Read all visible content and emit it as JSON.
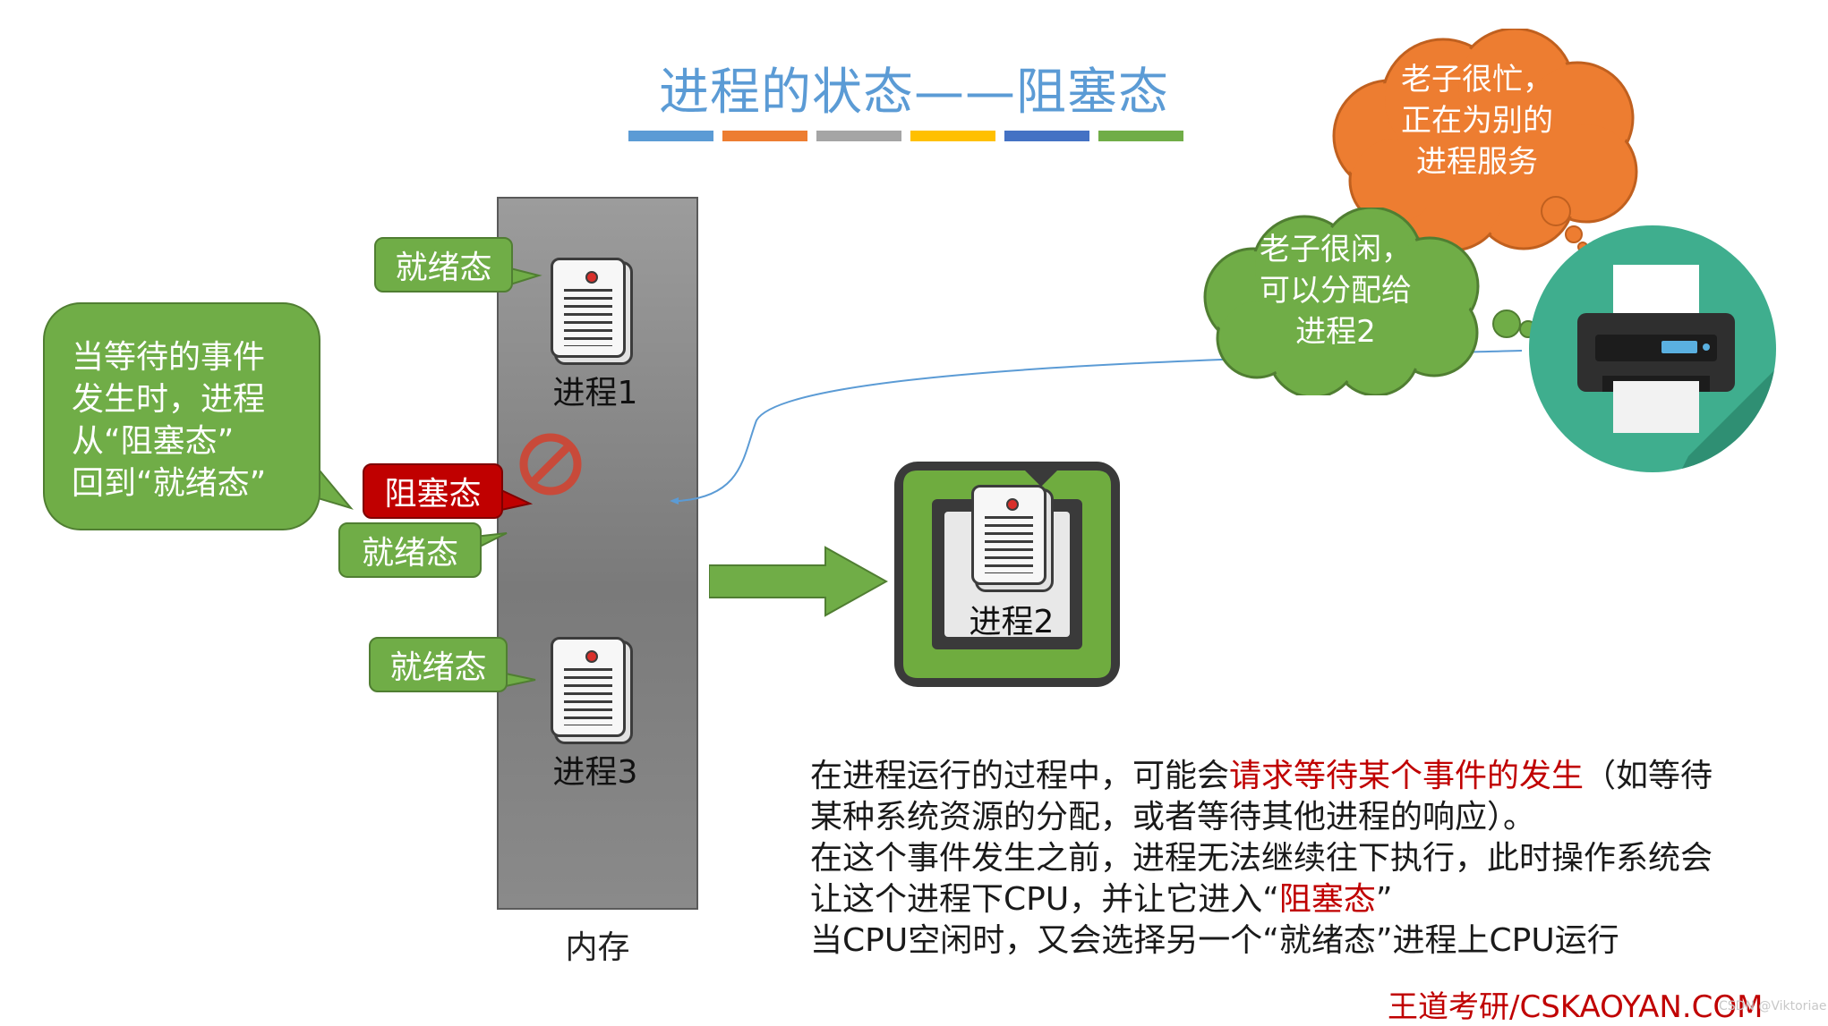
{
  "title": "进程的状态——阻塞态",
  "title_bar_colors": [
    "#5b9bd5",
    "#ed7d31",
    "#a5a5a5",
    "#ffc000",
    "#4472c4",
    "#70ad47"
  ],
  "memory": {
    "label": "内存"
  },
  "processes": [
    {
      "label": "进程1",
      "state": "就绪态"
    },
    {
      "state_blocked": "阻塞态",
      "state_ready": "就绪态"
    },
    {
      "label": "进程3",
      "state": "就绪态"
    }
  ],
  "cpu_process_label": "进程2",
  "left_bubble": {
    "lines": [
      "当等待的事件",
      "发生时，进程",
      "从“阻塞态”",
      "回到“就绪态”"
    ]
  },
  "cloud_busy": {
    "lines": [
      "老子很忙，",
      "正在为别的",
      "进程服务"
    ],
    "color": "#ed7d31"
  },
  "cloud_free": {
    "lines": [
      "老子很闲，",
      "可以分配给",
      "进程2"
    ],
    "color": "#70ad47"
  },
  "description": {
    "row1_a": "在进程运行的过程中，可能会",
    "row1_hl": "请求等待某个事件的发生",
    "row1_b": "（如等待",
    "row2": "某种系统资源的分配，或者等待其他进程的响应）。",
    "row3": "在这个事件发生之前，进程无法继续往下执行，此时操作系统会",
    "row4_a": "让这个进程下CPU，并让它进入“",
    "row4_hl": "阻塞态",
    "row4_b": "”",
    "row5": "当CPU空闲时，又会选择另一个“就绪态”进程上CPU运行"
  },
  "brand": "王道考研/CSKAOYAN.COM",
  "watermark": "CSDN @Viktoriae",
  "icons": [
    "document-icon",
    "prohibited-icon",
    "cpu-chip-icon",
    "printer-icon",
    "right-arrow-icon"
  ],
  "colors": {
    "green": "#70ad47",
    "red": "#c00000",
    "orange": "#ed7d31",
    "blue_title": "#5b9bd5",
    "teal_circle": "#3fae8e"
  }
}
